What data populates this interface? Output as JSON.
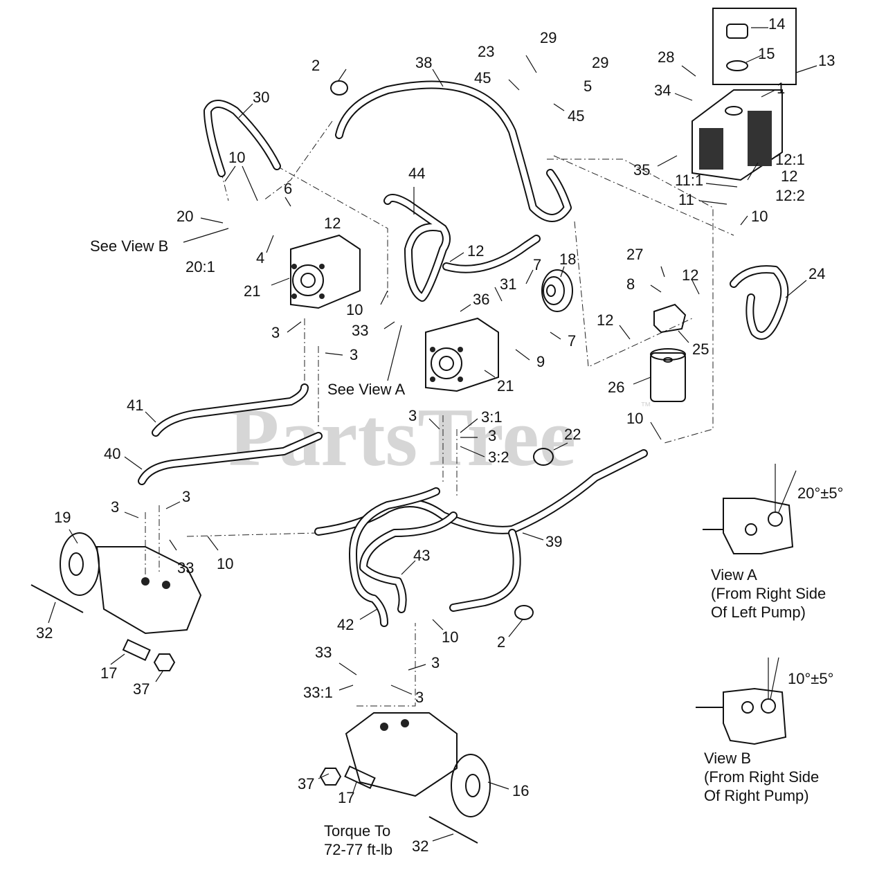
{
  "watermark": "PartsTree",
  "trademark": "™",
  "callouts": {
    "c1": "1",
    "c2a": "2",
    "c2b": "2",
    "c3a": "3",
    "c3b": "3",
    "c3c": "3",
    "c3d": "3",
    "c3e": "3",
    "c3f": "3",
    "c3g": "3",
    "c3h": "3",
    "c3_1": "3:1",
    "c3_2": "3:2",
    "c4": "4",
    "c5": "5",
    "c6": "6",
    "c7a": "7",
    "c7b": "7",
    "c8": "8",
    "c9": "9",
    "c10a": "10",
    "c10b": "10",
    "c10c": "10",
    "c10d": "10",
    "c10e": "10",
    "c10f": "10",
    "c11": "11",
    "c11_1": "11:1",
    "c12a": "12",
    "c12b": "12",
    "c12c": "12",
    "c12d": "12",
    "c12e": "12",
    "c12_1": "12:1",
    "c12_2": "12:2",
    "c13": "13",
    "c14": "14",
    "c15": "15",
    "c16": "16",
    "c17a": "17",
    "c17b": "17",
    "c18": "18",
    "c19": "19",
    "c20": "20",
    "c20_1": "20:1",
    "c21a": "21",
    "c21b": "21",
    "c22": "22",
    "c23": "23",
    "c24": "24",
    "c25": "25",
    "c26": "26",
    "c27": "27",
    "c28": "28",
    "c29a": "29",
    "c29b": "29",
    "c30": "30",
    "c31": "31",
    "c32a": "32",
    "c32b": "32",
    "c33a": "33",
    "c33b": "33",
    "c33c": "33",
    "c33_1": "33:1",
    "c34": "34",
    "c35": "35",
    "c36": "36",
    "c37a": "37",
    "c37b": "37",
    "c38": "38",
    "c39": "39",
    "c40": "40",
    "c41": "41",
    "c42": "42",
    "c43": "43",
    "c44": "44",
    "c45a": "45",
    "c45b": "45"
  },
  "notes": {
    "see_view_b": "See View B",
    "see_view_a": "See View A",
    "angle_a": "20°±5°",
    "angle_b": "10°±5°",
    "view_a_title": "View A",
    "view_a_line1": "(From Right Side",
    "view_a_line2": "Of Left Pump)",
    "view_b_title": "View B",
    "view_b_line1": "(From Right Side",
    "view_b_line2": "Of Right Pump)",
    "torque_line1": "Torque To",
    "torque_line2": "72-77 ft-lb"
  }
}
